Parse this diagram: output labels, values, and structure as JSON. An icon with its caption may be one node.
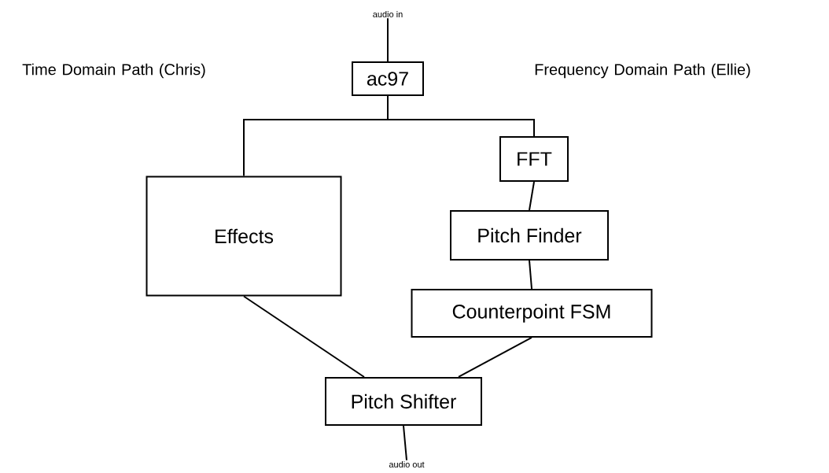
{
  "diagram": {
    "nodes": [
      {
        "text": [
          "audio in"
        ]
      },
      {
        "text": [
          "ac97"
        ]
      },
      {
        "text": [
          "FFT"
        ]
      },
      {
        "text": [
          "Effects"
        ]
      },
      {
        "text": [
          "Pitch Finder"
        ]
      },
      {
        "text": [
          "Counterpoint FSM"
        ]
      },
      {
        "text": [
          "Pitch Shifter"
        ]
      },
      {
        "text": [
          "audio out"
        ]
      }
    ],
    "edges": [
      {
        "from": 0,
        "to": 1,
        "arrow": "none"
      },
      {
        "from": 1,
        "to": 3,
        "arrow": "none"
      },
      {
        "from": 1,
        "to": 2,
        "arrow": "none"
      },
      {
        "from": 2,
        "to": 4,
        "arrow": "none"
      },
      {
        "from": 4,
        "to": 5,
        "arrow": "none"
      },
      {
        "from": 3,
        "to": 6,
        "arrow": "none"
      },
      {
        "from": 5,
        "to": 6,
        "arrow": "none"
      },
      {
        "from": 6,
        "to": 7,
        "arrow": "none"
      }
    ],
    "labels": [
      "Time Domain Path (Chris)",
      "Frequency Domain Path (Ellie)"
    ]
  }
}
